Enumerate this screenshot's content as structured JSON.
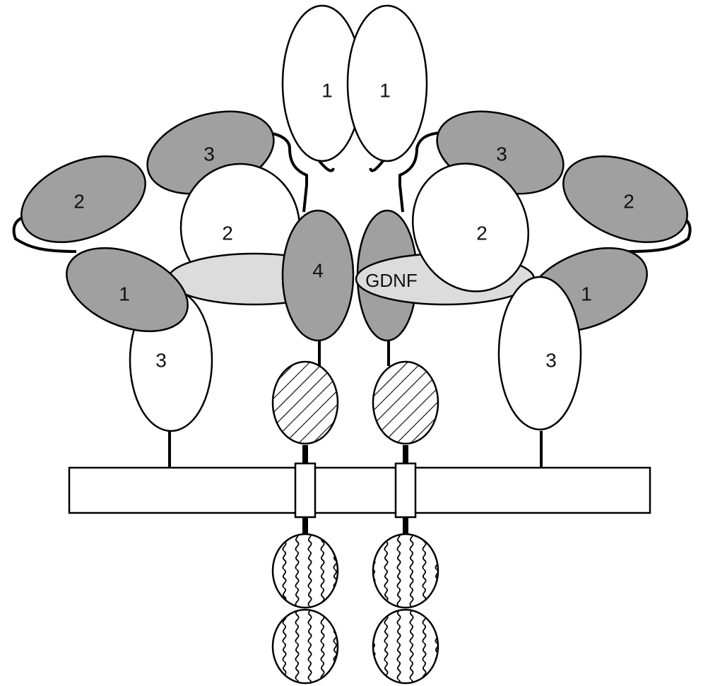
{
  "labels": {
    "ret_left_1": "1",
    "ret_right_1": "1",
    "ret_left_2": "2",
    "ret_right_2": "2",
    "ret_left_3": "3",
    "ret_right_3": "3",
    "ret_left_4": "4",
    "gfra_left_1": "1",
    "gfra_right_1": "1",
    "gfra_left_2": "2",
    "gfra_right_2": "2",
    "gfra_left_3": "3",
    "gfra_right_3": "3",
    "ligand": "GDNF"
  },
  "colors": {
    "gfra_domain": "#a0a0a0",
    "ret_domain": "#ffffff",
    "ligand": "#dcdcdc",
    "outline": "#000000",
    "background": "#ffffff"
  }
}
